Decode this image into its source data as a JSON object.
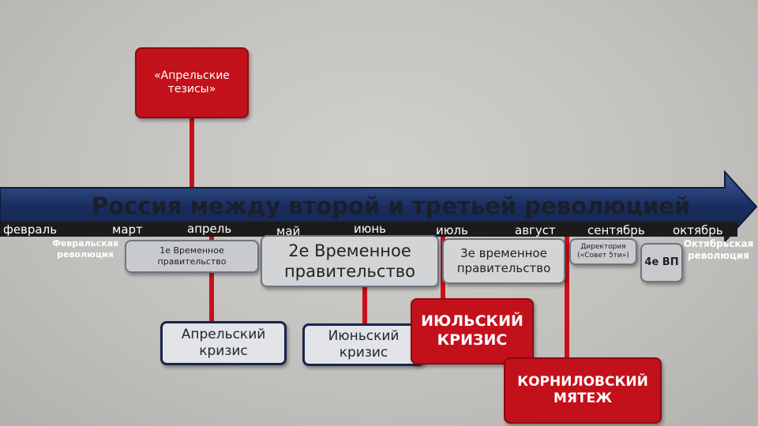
{
  "title": "Россия между второй и третьей революцией",
  "months": [
    "февраль",
    "март",
    "апрель",
    "май",
    "июнь",
    "июль",
    "август",
    "сентябрь",
    "октябрь"
  ],
  "events": {
    "april_theses": "«Апрельские тезисы»",
    "february_revolution": "Февральская революция",
    "first_gov": "1е Временное правительство",
    "second_gov": "2е Временное правительство",
    "third_gov": "3е временное правительство",
    "directory": "Директория («Совет 5ти»)",
    "fourth_gov": "4е ВП",
    "october_revolution": "Октябрьская революция",
    "april_crisis": "Апрельский кризис",
    "june_crisis": "Июньский кризис",
    "july_crisis": "ИЮЛЬСКИЙ КРИЗИС",
    "kornilov_revolt": "КОРНИЛОВСКИЙ МЯТЕЖ"
  },
  "colors": {
    "arrow": "#1a2d5e",
    "arrow_band": "#1b1b1b",
    "event_red": "#c3111b",
    "connector_red": "#c8101a"
  }
}
